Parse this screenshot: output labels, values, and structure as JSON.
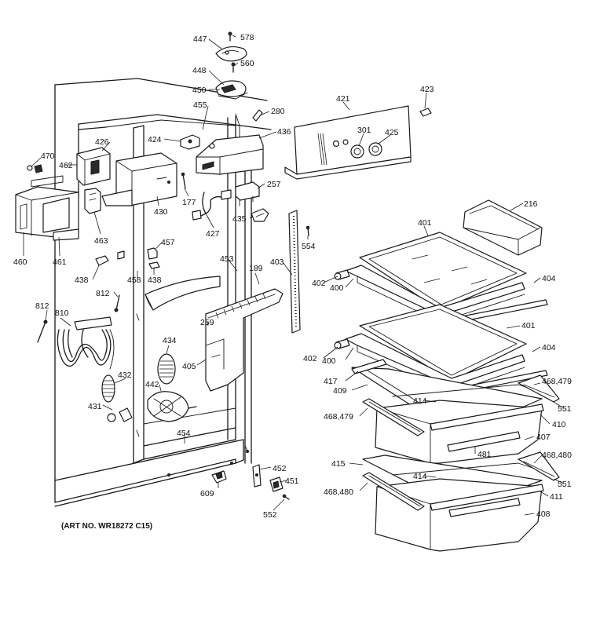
{
  "art_number": "(ART NO. WR18272 C15)",
  "part_labels": {
    "p447": "447",
    "p578": "578",
    "p448": "448",
    "p560": "560",
    "p450": "450",
    "p455": "455",
    "p280": "280",
    "p421": "421",
    "p423": "423",
    "p301": "301",
    "p425": "425",
    "p436": "436",
    "p424": "424",
    "p426": "426",
    "p470": "470",
    "p462": "462",
    "p177": "177",
    "p257": "257",
    "p430": "430",
    "p427": "427",
    "p435": "435",
    "p463": "463",
    "p460": "460",
    "p461": "461",
    "p457": "457",
    "p554": "554",
    "p453": "453",
    "p403": "403",
    "p189": "189",
    "p438a": "438",
    "p438b": "438",
    "p458": "458",
    "p812a": "812",
    "p812b": "812",
    "p810": "810",
    "p259": "259",
    "p434": "434",
    "p405": "405",
    "p432": "432",
    "p442": "442",
    "p431": "431",
    "p454": "454",
    "p452": "452",
    "p451": "451",
    "p609": "609",
    "p552": "552",
    "p216": "216",
    "p401a": "401",
    "p402a": "402",
    "p400a": "400",
    "p404a": "404",
    "p401b": "401",
    "p402b": "402",
    "p400b": "400",
    "p404b": "404",
    "p417": "417",
    "p409": "409",
    "p468_479a": "468,479",
    "p414a": "414",
    "p551a": "551",
    "p468_479b": "468,479",
    "p410": "410",
    "p407": "407",
    "p481": "481",
    "p468_480a": "468,480",
    "p415": "415",
    "p414b": "414",
    "p551b": "551",
    "p468_480b": "468,480",
    "p411": "411",
    "p408": "408"
  }
}
